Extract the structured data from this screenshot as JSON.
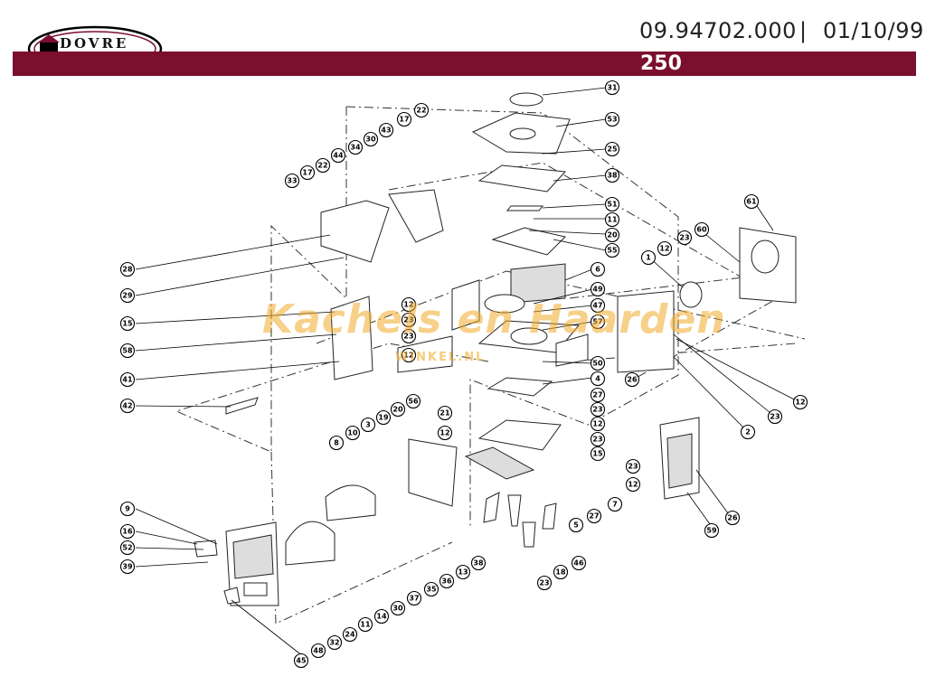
{
  "header": {
    "brand": "DOVRE",
    "document_number": "09.94702.000",
    "separator": "|",
    "date": "01/10/99",
    "model": "250"
  },
  "watermark": {
    "line1": "Kachels en Haarden",
    "line2": "WINKEL.NL"
  },
  "colors": {
    "band": "#7a0f2e",
    "watermark": "#f0aa28"
  },
  "callouts": [
    "31",
    "53",
    "25",
    "38",
    "51",
    "11",
    "20",
    "55",
    "6",
    "49",
    "47",
    "57",
    "50",
    "4",
    "27",
    "23",
    "12",
    "15",
    "7",
    "5",
    "46",
    "18",
    "22",
    "17",
    "43",
    "30",
    "34",
    "44",
    "33",
    "28",
    "29",
    "58",
    "41",
    "42",
    "8",
    "10",
    "3",
    "19",
    "56",
    "21",
    "9",
    "16",
    "52",
    "39",
    "45",
    "48",
    "32",
    "24",
    "14",
    "37",
    "35",
    "36",
    "13",
    "1",
    "60",
    "61",
    "2",
    "26",
    "59"
  ]
}
